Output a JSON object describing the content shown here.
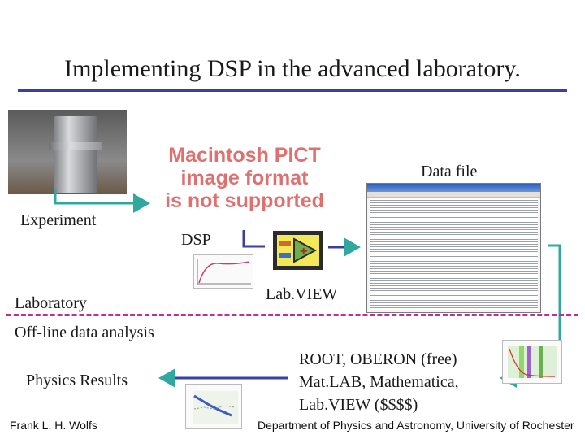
{
  "slide": {
    "title": "Implementing DSP in the advanced laboratory.",
    "pict_notice": [
      "Macintosh PICT",
      "image format",
      "is not supported"
    ],
    "labels": {
      "data_file": "Data file",
      "experiment": "Experiment",
      "dsp": "DSP",
      "labview": "Lab.VIEW",
      "laboratory": "Laboratory",
      "offline": "Off-line data analysis",
      "physics_results": "Physics Results",
      "tools": [
        "ROOT, OBERON (free)",
        "Mat.LAB, Mathematica,",
        "Lab.VIEW ($$$$)"
      ]
    },
    "footer": {
      "author": "Frank L. H. Wolfs",
      "department": "Department of Physics and Astronomy, University of Rochester"
    }
  },
  "colors": {
    "title_rule": "#3a40a0",
    "arrow": "#30a8a0",
    "dashed_rule": "#c0308c",
    "pict_text": "#e07070"
  },
  "icons": [
    "experiment-photo",
    "labview-icon",
    "data-file-window",
    "dsp-plot-thumbnail",
    "analysis-plot-thumbnail",
    "results-plot-thumbnail"
  ]
}
